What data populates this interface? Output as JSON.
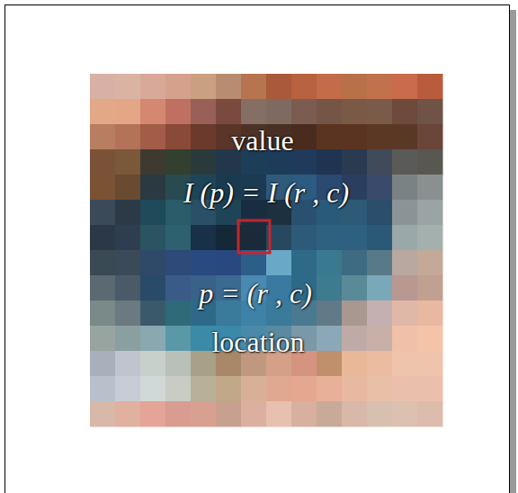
{
  "diagram": {
    "labels": [
      "value",
      "I (p) = I (r , c)",
      "p = (r , c)",
      "location"
    ]
  }
}
